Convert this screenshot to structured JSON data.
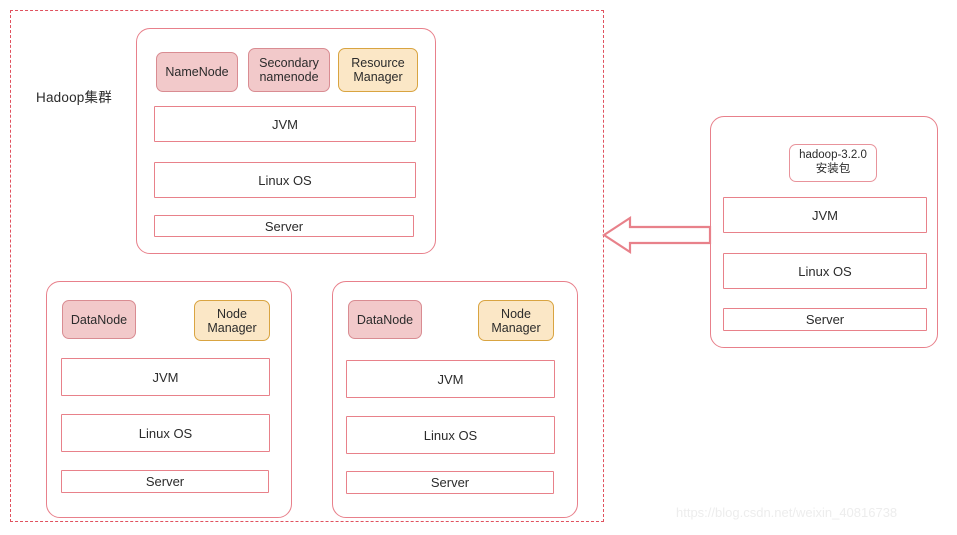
{
  "diagram": {
    "cluster": {
      "label": "Hadoop集群",
      "boundary_name": "hadoop-cluster-dashed-boundary",
      "border_color": "#e0525f"
    },
    "colors": {
      "panel_border": "#e8808b",
      "layer_border": "#e8818a",
      "chip_red_fill": "#f2c9ca",
      "chip_red_border": "#d98c92",
      "chip_orange_fill": "#fbe7c6",
      "chip_orange_border": "#d9a441",
      "arrow": "#e8818a",
      "text": "#2b2b2b",
      "watermark": "#ededed"
    },
    "master_node": {
      "chips": [
        {
          "label": "NameNode",
          "color": "red"
        },
        {
          "label": "Secondary namenode",
          "line1": "Secondary",
          "line2": "namenode",
          "color": "red"
        },
        {
          "label": "Resource Manager",
          "line1": "Resource",
          "line2": "Manager",
          "color": "orange"
        }
      ],
      "layers": [
        {
          "label": "JVM"
        },
        {
          "label": "Linux OS"
        },
        {
          "label": "Server"
        }
      ]
    },
    "worker_node_1": {
      "chips": [
        {
          "label": "DataNode",
          "color": "red"
        },
        {
          "label": "Node Manager",
          "line1": "Node",
          "line2": "Manager",
          "color": "orange"
        }
      ],
      "layers": [
        {
          "label": "JVM"
        },
        {
          "label": "Linux OS"
        },
        {
          "label": "Server"
        }
      ]
    },
    "worker_node_2": {
      "chips": [
        {
          "label": "DataNode",
          "color": "red"
        },
        {
          "label": "Node Manager",
          "line1": "Node",
          "line2": "Manager",
          "color": "orange"
        }
      ],
      "layers": [
        {
          "label": "JVM"
        },
        {
          "label": "Linux OS"
        },
        {
          "label": "Server"
        }
      ]
    },
    "install_node": {
      "package": {
        "line1": "hadoop-3.2.0",
        "line2": "安装包"
      },
      "layers": [
        {
          "label": "JVM"
        },
        {
          "label": "Linux OS"
        },
        {
          "label": "Server"
        }
      ]
    },
    "arrow": {
      "name": "deploy-arrow",
      "direction": "left",
      "style": "hollow-block-arrow"
    },
    "watermark": {
      "text": "https://blog.csdn.net/weixin_40816738"
    }
  }
}
